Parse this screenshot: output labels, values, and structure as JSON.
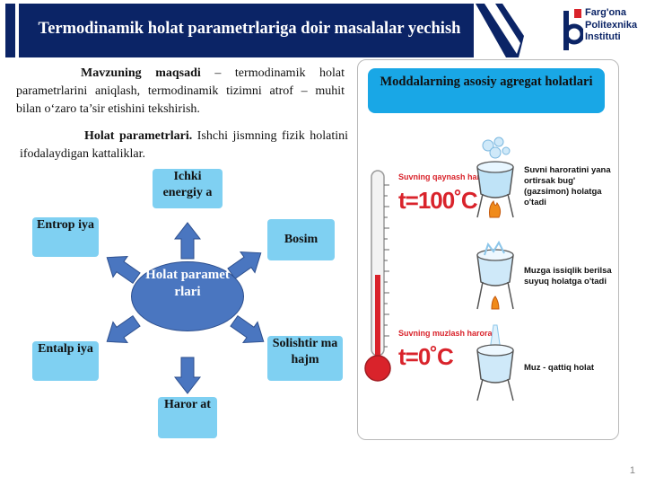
{
  "header": {
    "title": "Termodinamik holat parametrlariga doir masalalar yechish",
    "logo_lines": [
      "Farg'ona",
      "Politexnika",
      "Instituti"
    ]
  },
  "intro": {
    "goal_label": "Mavzuning maqsadi",
    "goal_text": " – termodinamik holat parametrlarini aniqlash, termodinamik tizimni atrof – muhit bilan o‘zaro ta’sir etishini tekshirish.",
    "params_label": "Holat parametrlari.",
    "params_text": " Ishchi jismning fizik holatini ifodalaydigan kattaliklar."
  },
  "diagram": {
    "center": "Holat paramet rlari",
    "nodes": {
      "internal_energy": "Ichki energiy a",
      "pressure": "Bosim",
      "entropy": "Entrop iya",
      "enthalpy": "Entalp iya",
      "specific_volume": "Solishtir ma hajm",
      "temperature": "Haror at"
    }
  },
  "panel": {
    "title": "Moddalarning asosiy agregat holatlari",
    "boil_label": "Suvning qaynash harorati",
    "boil_value": "t=100˚C",
    "freeze_label": "Suvning muzlash harorati",
    "freeze_value": "t=0˚C",
    "state_gas": "Suvni haroratini yana ortirsak bug' (gazsimon) holatga o'tadi",
    "state_liquid": "Muzga issiqlik berilsa suyuq holatga o'tadi",
    "state_solid": "Muz - qattiq holat"
  },
  "page_number": "1",
  "colors": {
    "header_bg": "#0b2466",
    "node_bg": "#7fd0f2",
    "center_bg": "#4a76c0",
    "panel_head_bg": "#19a7e6",
    "thermo_red": "#d9232b"
  }
}
